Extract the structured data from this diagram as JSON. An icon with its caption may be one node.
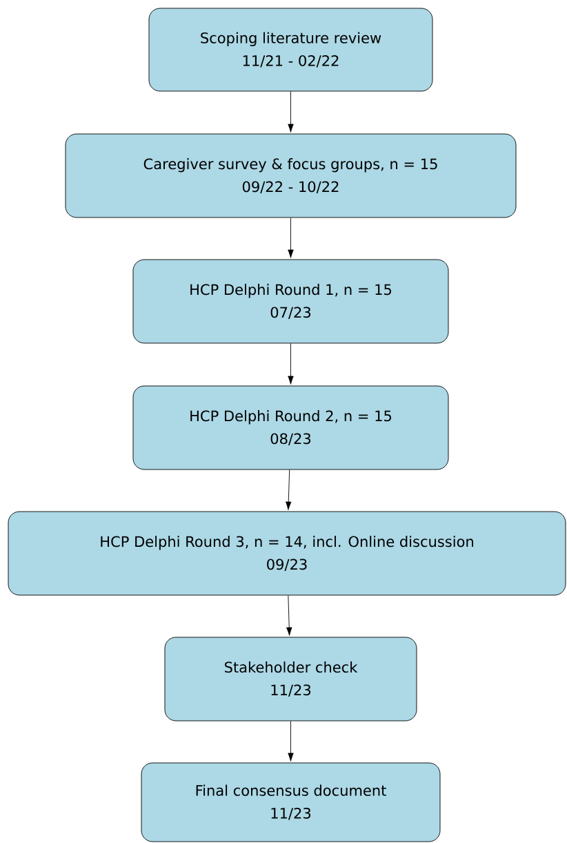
{
  "diagram": {
    "nodes": [
      {
        "text": [
          "Scoping literature review",
          "11/21 - 02/22"
        ]
      },
      {
        "text": [
          "Caregiver survey & focus groups, n = 15",
          "09/22 - 10/22"
        ]
      },
      {
        "text": [
          "HCP Delphi Round 1, n = 15",
          "07/23"
        ]
      },
      {
        "text": [
          "HCP Delphi Round 2, n = 15",
          "08/23"
        ]
      },
      {
        "text": [
          "HCP Delphi Round 3, n = 14, incl. Online discussion",
          "09/23"
        ]
      },
      {
        "text": [
          "Stakeholder check",
          "11/23"
        ]
      },
      {
        "text": [
          "Final consensus document",
          "11/23"
        ]
      }
    ],
    "edges": [
      {
        "from": 0,
        "to": 1,
        "arrow": "to"
      },
      {
        "from": 1,
        "to": 2,
        "arrow": "to"
      },
      {
        "from": 2,
        "to": 3,
        "arrow": "to"
      },
      {
        "from": 3,
        "to": 4,
        "arrow": "to"
      },
      {
        "from": 4,
        "to": 5,
        "arrow": "to"
      },
      {
        "from": 5,
        "to": 6,
        "arrow": "to"
      }
    ]
  }
}
